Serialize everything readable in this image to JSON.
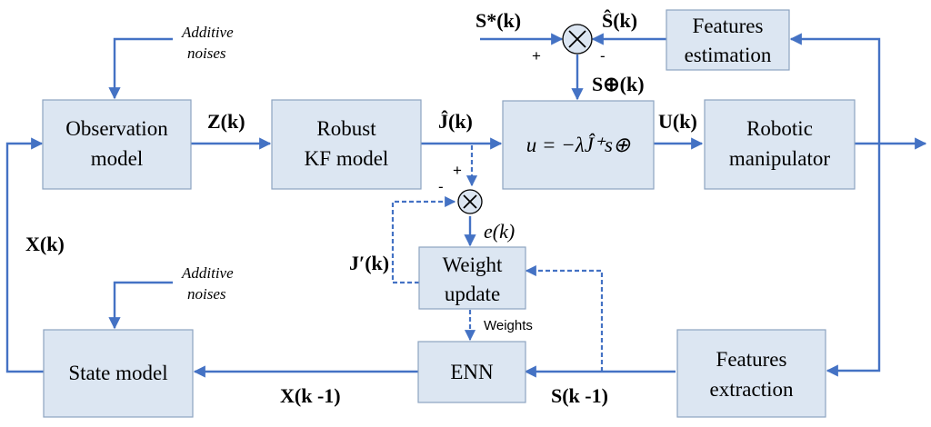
{
  "blocks": {
    "observation_model": [
      "Observation",
      "model"
    ],
    "robust_kf": [
      "Robust",
      "KF model"
    ],
    "control_law": "u = −λĴ⁺s⊕",
    "robotic_manipulator": [
      "Robotic",
      "manipulator"
    ],
    "features_estimation": [
      "Features",
      "estimation"
    ],
    "weight_update": [
      "Weight",
      "update"
    ],
    "enn": "ENN",
    "state_model": "State model",
    "features_extraction": [
      "Features",
      "extraction"
    ]
  },
  "notes": {
    "additive_noises_top": [
      "Additive",
      "noises"
    ],
    "additive_noises_bottom": [
      "Additive",
      "noises"
    ],
    "weights": "Weights"
  },
  "signals": {
    "z_k": "Z(k)",
    "j_hat_k": "Ĵ(k)",
    "u_k": "U(k)",
    "s_star_k": "S*(k)",
    "s_hat_k": "Ŝ(k)",
    "s_oplus_k": "S⊕(k)",
    "x_k": "X(k)",
    "x_k_minus_1": "X(k -1)",
    "s_k_minus_1": "S(k -1)",
    "j_prime_k": "J′(k)",
    "e_k": "e(k)"
  },
  "signs": {
    "top_plus": "+",
    "top_minus": "-",
    "mid_plus": "+",
    "mid_minus": "-"
  },
  "colors": {
    "arrow": "#4472c4",
    "box_fill": "#dce6f2",
    "box_border": "#8da3c0"
  }
}
